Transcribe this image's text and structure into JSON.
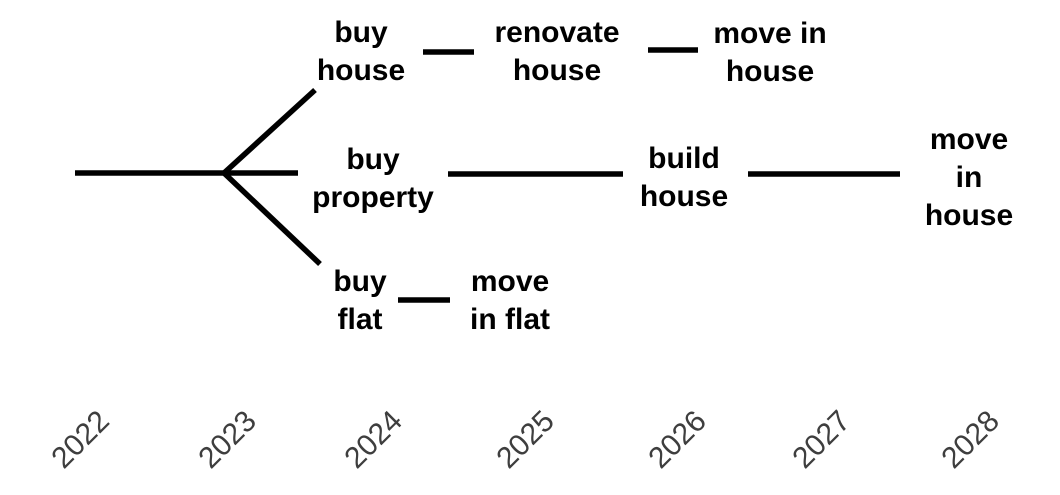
{
  "colors": {
    "line": "#000000",
    "node_text": "#000000",
    "year_text": "#3e3e3e",
    "background": "#ffffff"
  },
  "diagram": {
    "nodes": {
      "buy_house": "buy\nhouse",
      "renovate_house": "renovate\nhouse",
      "move_in_house_top": "move in\nhouse",
      "buy_property": "buy\nproperty",
      "build_house": "build\nhouse",
      "move_in_house_mid": "move in\nhouse",
      "buy_flat": "buy\nflat",
      "move_in_flat": "move\nin flat"
    },
    "edges": [
      {
        "from": "start",
        "to": "branch"
      },
      {
        "from": "branch",
        "to": "buy_house"
      },
      {
        "from": "buy_house",
        "to": "renovate_house"
      },
      {
        "from": "renovate_house",
        "to": "move_in_house_top"
      },
      {
        "from": "branch",
        "to": "buy_property"
      },
      {
        "from": "buy_property",
        "to": "build_house"
      },
      {
        "from": "build_house",
        "to": "move_in_house_mid"
      },
      {
        "from": "branch",
        "to": "buy_flat"
      },
      {
        "from": "buy_flat",
        "to": "move_in_flat"
      }
    ],
    "years": [
      "2022",
      "2023",
      "2024",
      "2025",
      "2026",
      "2027",
      "2028"
    ]
  }
}
